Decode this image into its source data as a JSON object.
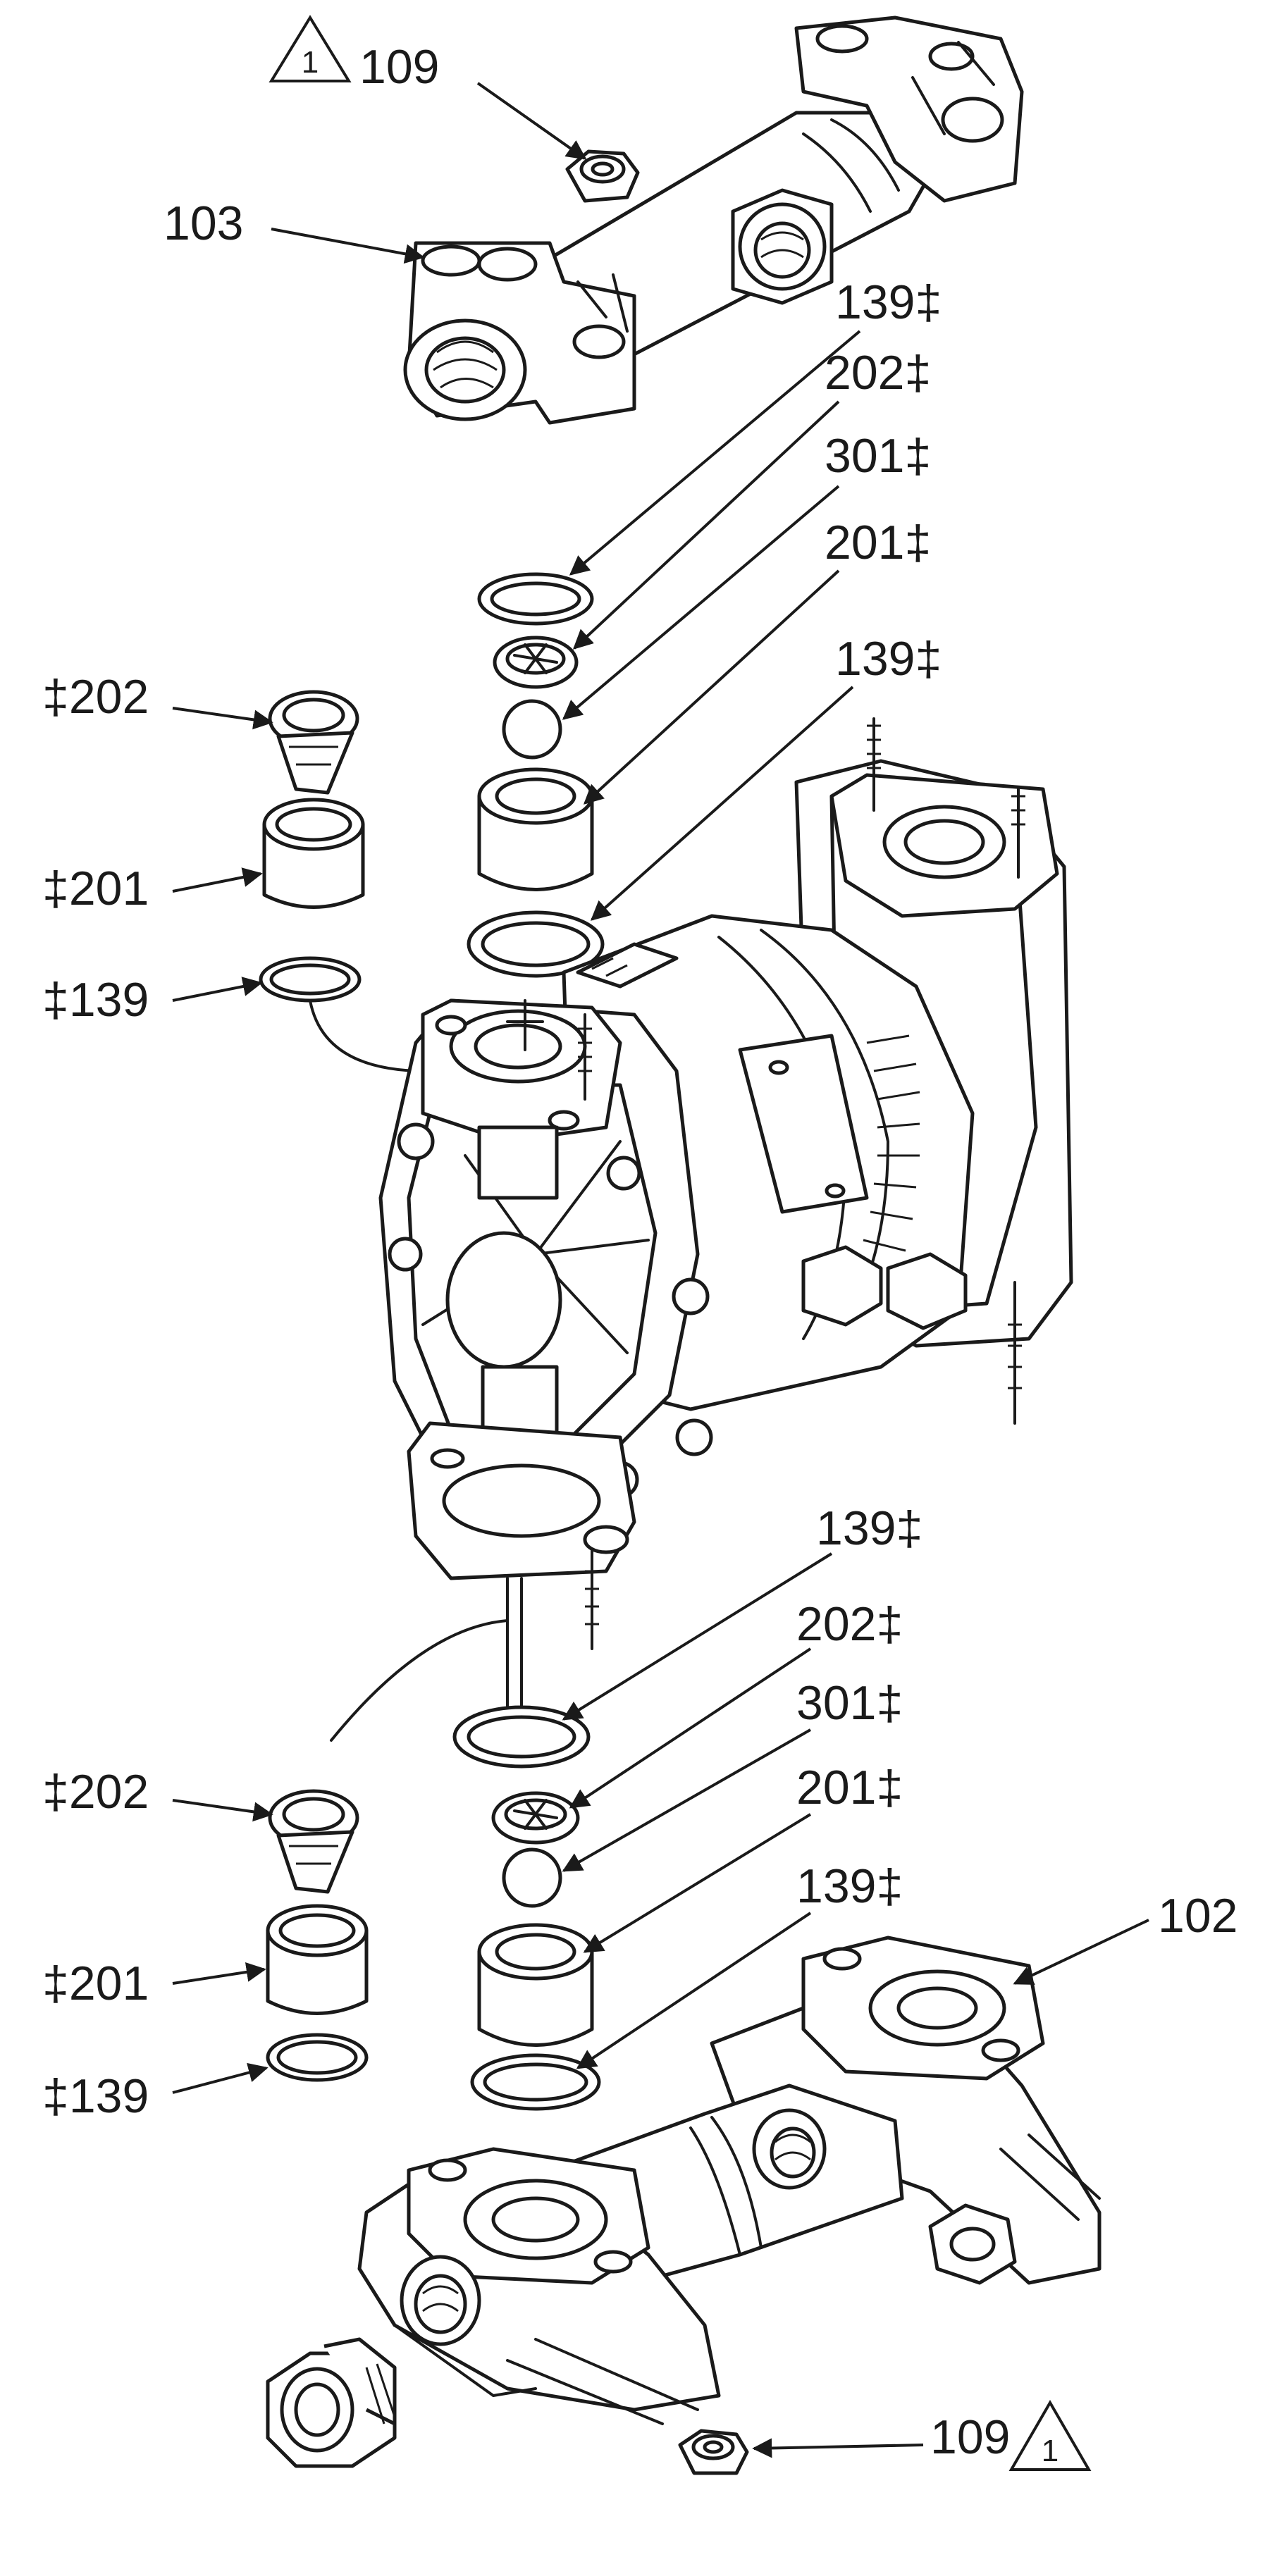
{
  "callouts": [
    {
      "label": "109"
    },
    {
      "label": "103"
    },
    {
      "label": "139‡"
    },
    {
      "label": "202‡"
    },
    {
      "label": "301‡"
    },
    {
      "label": "201‡"
    },
    {
      "label": "139‡"
    },
    {
      "label": "‡202"
    },
    {
      "label": "‡201"
    },
    {
      "label": "‡139"
    },
    {
      "label": "139‡"
    },
    {
      "label": "202‡"
    },
    {
      "label": "301‡"
    },
    {
      "label": "201‡"
    },
    {
      "label": "139‡"
    },
    {
      "label": "‡202"
    },
    {
      "label": "‡201"
    },
    {
      "label": "‡139"
    },
    {
      "label": "102"
    },
    {
      "label": "109"
    }
  ],
  "warning_symbols": [
    {
      "number": "1"
    },
    {
      "number": "1"
    }
  ]
}
